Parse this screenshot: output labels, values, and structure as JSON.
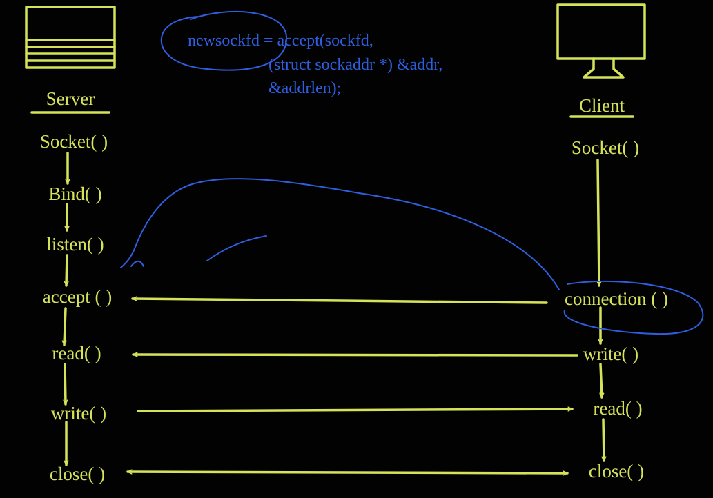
{
  "colors": {
    "background": "#020202",
    "chalk": "#d6e35a",
    "annotation": "#2f5fe0"
  },
  "server": {
    "title": "Server",
    "icon": "server-icon",
    "steps": [
      "Socket( )",
      "Bind( )",
      "listen( )",
      "accept ( )",
      "read( )",
      "write( )",
      "close( )"
    ]
  },
  "client": {
    "title": "Client",
    "icon": "monitor-icon",
    "steps": [
      "Socket( )",
      "connection ( )",
      "write( )",
      "read( )",
      "close( )"
    ]
  },
  "code": {
    "line1": "newsockfd = accept(sockfd,",
    "line2": "(struct sockaddr *) &addr,",
    "line3": "&addrlen);"
  }
}
